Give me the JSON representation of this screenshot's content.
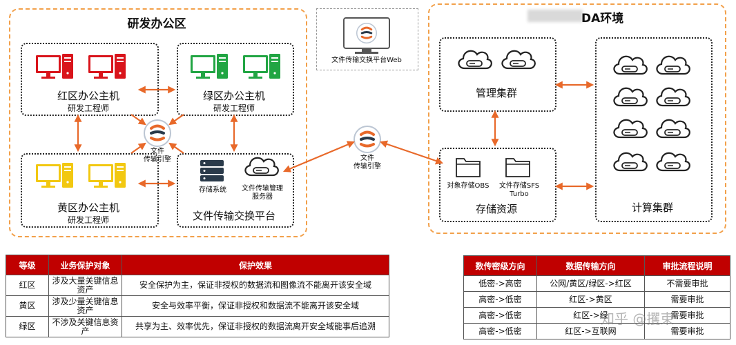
{
  "zones": {
    "office_title": "研发办公区",
    "env_title_tail": "DA环境"
  },
  "hosts": {
    "red": {
      "title": "红区办公主机",
      "subtitle": "研发工程师",
      "color": "#d9141b"
    },
    "green": {
      "title": "绿区办公主机",
      "subtitle": "研发工程师",
      "color": "#21a543"
    },
    "yellow": {
      "title": "黄区办公主机",
      "subtitle": "研发工程师",
      "color": "#f2c811"
    }
  },
  "engine_left": {
    "label_line1": "文件",
    "label_line2": "传输引擎"
  },
  "engine_mid": {
    "label_line1": "文件",
    "label_line2": "传输引擎"
  },
  "web": {
    "label": "文件传输交换平台Web"
  },
  "platform": {
    "title": "文件传输交换平台",
    "storage_label": "存储系统",
    "server_line1": "文件传输管理",
    "server_line2": "服务器"
  },
  "mgmt_cluster": {
    "title": "管理集群"
  },
  "storage_res": {
    "title": "存储资源",
    "obs_label": "对象存储OBS",
    "sfs_line1": "文件存储SFS",
    "sfs_line2": "Turbo"
  },
  "compute": {
    "title": "计算集群"
  },
  "colors": {
    "arrow": "#e8692a",
    "zone_border": "#f2a04a",
    "header_red": "#c00000"
  },
  "table_protection": {
    "headers": [
      "等级",
      "业务保护对象",
      "保护效果"
    ],
    "rows": [
      [
        "红区",
        "涉及大量关键信息资产",
        "安全保护为主，保证非授权的数据流和图像流不能离开该安全域"
      ],
      [
        "黄区",
        "涉及少量关键信息资产",
        "安全与效率平衡，保证非授权和数据流不能离开该安全域"
      ],
      [
        "绿区",
        "不涉及关键信息资产",
        "共享为主、效率优先，保证非授权的数据流离开安全域能事后追溯"
      ]
    ]
  },
  "table_flow": {
    "headers": [
      "数传密级方向",
      "数据传输方向",
      "审批流程说明"
    ],
    "rows": [
      [
        "低密->高密",
        "公网/黄区/绿区->红区",
        "不需要审批"
      ],
      [
        "高密->低密",
        "红区->黄区",
        "需要审批"
      ],
      [
        "高密->低密",
        "红区->绿",
        "需要审批"
      ],
      [
        "高密->低密",
        "红区->互联网",
        "需要审批"
      ]
    ]
  },
  "watermark": "知乎 @攫束"
}
